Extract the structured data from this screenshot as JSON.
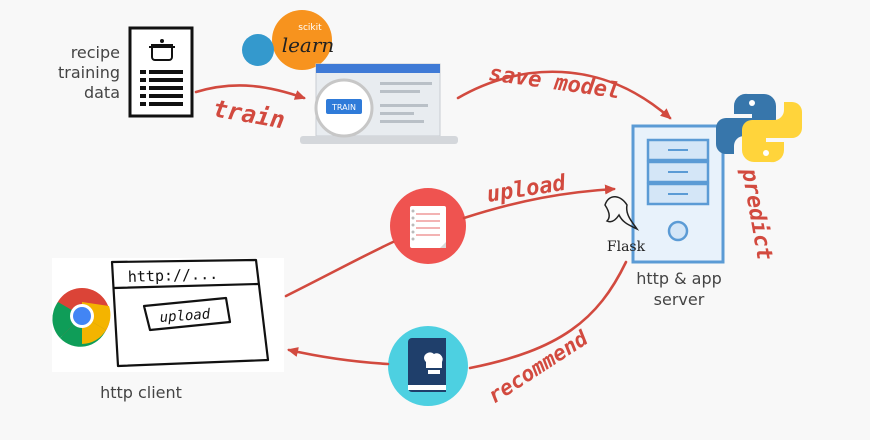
{
  "labels": {
    "recipe": [
      "recipe",
      "training",
      "data"
    ],
    "train": "train",
    "save_model": "save model",
    "upload": "upload",
    "predict": "predict",
    "recommend": "recommend",
    "server": [
      "http & app",
      "server"
    ],
    "client": "http client",
    "flask": "Flask",
    "sklearn_top": "scikit",
    "sklearn_main": "learn",
    "train_button": "TRAIN",
    "browser_url": "http://...",
    "browser_upload": "upload"
  },
  "colors": {
    "accent": "#d24a3f",
    "server_blue": "#5b9bd5",
    "sklearn_orange": "#f7931e",
    "sklearn_blue": "#3499cd",
    "python_blue": "#3776ab",
    "python_yellow": "#ffd43b",
    "notes_red": "#ef5350",
    "recipe_cyan": "#4dd0e1",
    "recipe_navy": "#1f3f6b"
  },
  "icons": [
    "document-icon",
    "sklearn-logo",
    "laptop-icon",
    "server-icon",
    "python-logo",
    "notes-icon",
    "flask-logo",
    "browser-sketch",
    "chrome-icon",
    "recipe-book-icon"
  ]
}
